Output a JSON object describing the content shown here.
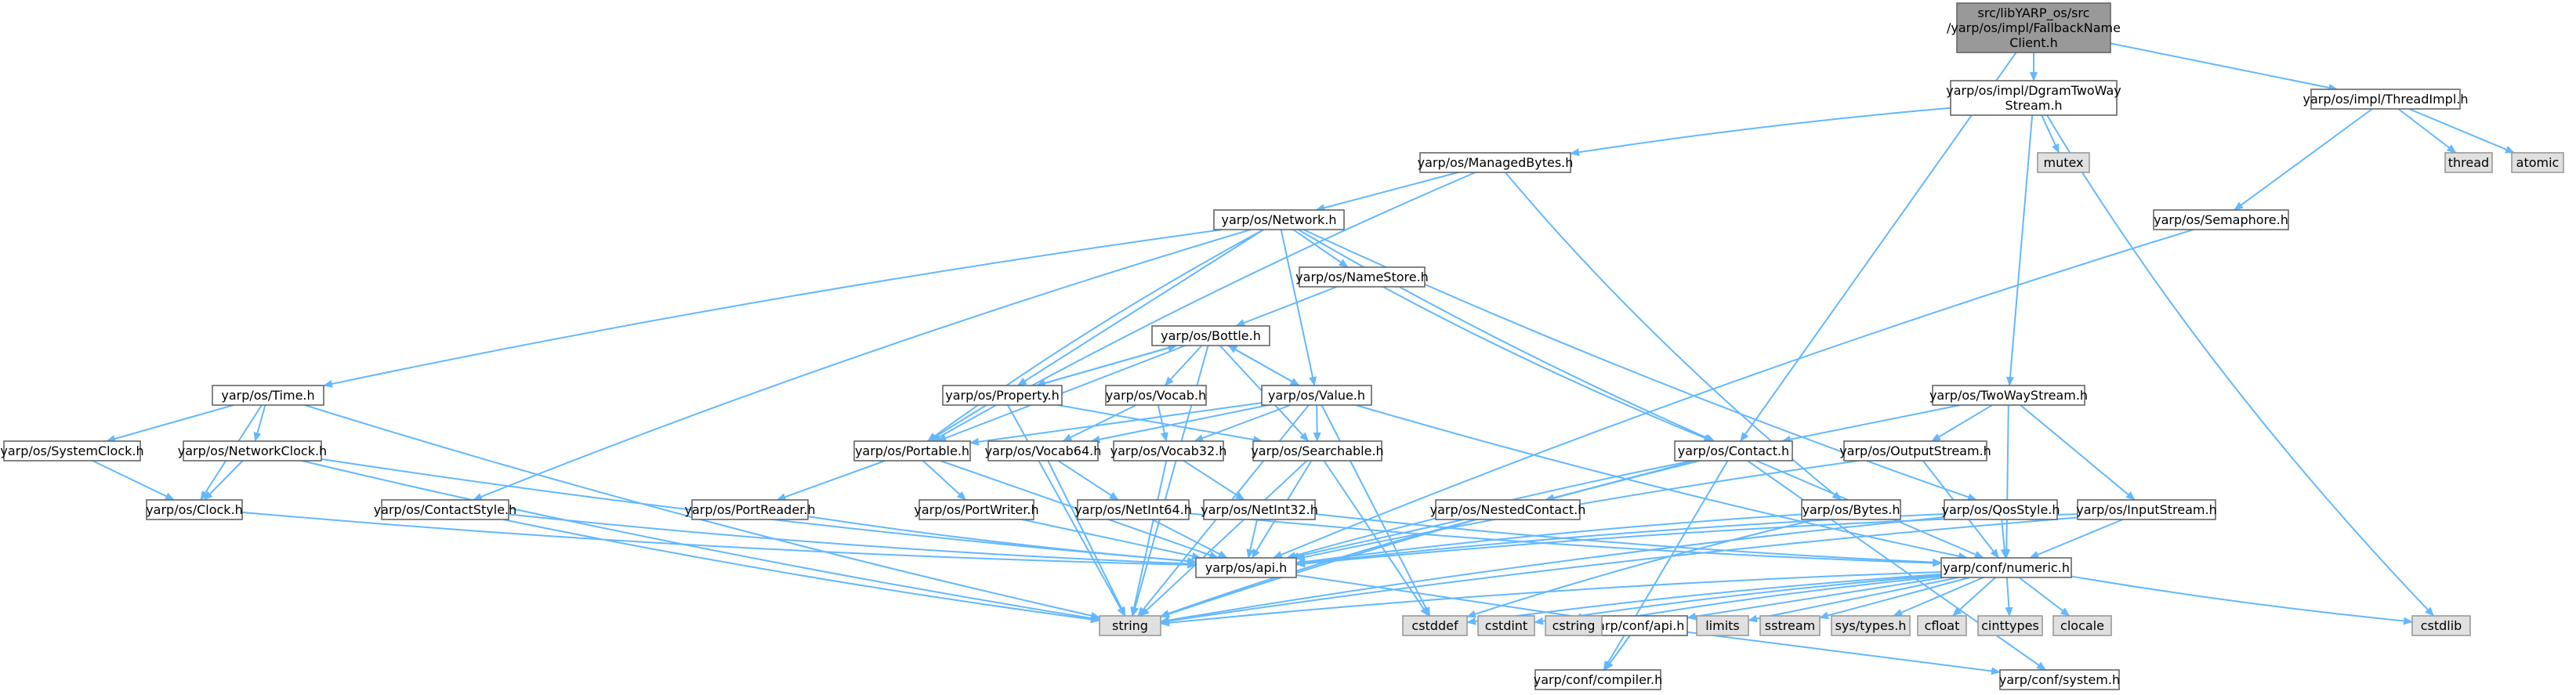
{
  "colors": {
    "edge": "#63b8ff",
    "node_border": "#666666",
    "node_fill": "#ffffff",
    "root_fill": "#999999",
    "system_fill": "#e0e0e0",
    "system_border": "#999999",
    "text": "#000000"
  },
  "nodes": [
    {
      "id": "root",
      "lines": [
        "src/libYARP_os/src",
        "/yarp/os/impl/FallbackName",
        "Client.h"
      ],
      "style": "root"
    },
    {
      "id": "dgram",
      "lines": [
        "yarp/os/impl/DgramTwoWay",
        "Stream.h"
      ]
    },
    {
      "id": "threadimpl",
      "lines": [
        "yarp/os/impl/ThreadImpl.h"
      ]
    },
    {
      "id": "thread",
      "lines": [
        "thread"
      ],
      "style": "system"
    },
    {
      "id": "atomic",
      "lines": [
        "atomic"
      ],
      "style": "system"
    },
    {
      "id": "mutex",
      "lines": [
        "mutex"
      ],
      "style": "system"
    },
    {
      "id": "managedbytes",
      "lines": [
        "yarp/os/ManagedBytes.h"
      ]
    },
    {
      "id": "semaphore",
      "lines": [
        "yarp/os/Semaphore.h"
      ]
    },
    {
      "id": "network",
      "lines": [
        "yarp/os/Network.h"
      ]
    },
    {
      "id": "namestore",
      "lines": [
        "yarp/os/NameStore.h"
      ]
    },
    {
      "id": "bottle",
      "lines": [
        "yarp/os/Bottle.h"
      ]
    },
    {
      "id": "time",
      "lines": [
        "yarp/os/Time.h"
      ]
    },
    {
      "id": "property",
      "lines": [
        "yarp/os/Property.h"
      ]
    },
    {
      "id": "vocab",
      "lines": [
        "yarp/os/Vocab.h"
      ]
    },
    {
      "id": "value",
      "lines": [
        "yarp/os/Value.h"
      ]
    },
    {
      "id": "twowaystream",
      "lines": [
        "yarp/os/TwoWayStream.h"
      ]
    },
    {
      "id": "systemclock",
      "lines": [
        "yarp/os/SystemClock.h"
      ]
    },
    {
      "id": "networkclock",
      "lines": [
        "yarp/os/NetworkClock.h"
      ]
    },
    {
      "id": "portable",
      "lines": [
        "yarp/os/Portable.h"
      ]
    },
    {
      "id": "vocab64",
      "lines": [
        "yarp/os/Vocab64.h"
      ]
    },
    {
      "id": "vocab32",
      "lines": [
        "yarp/os/Vocab32.h"
      ]
    },
    {
      "id": "searchable",
      "lines": [
        "yarp/os/Searchable.h"
      ]
    },
    {
      "id": "contact",
      "lines": [
        "yarp/os/Contact.h"
      ]
    },
    {
      "id": "outputstream",
      "lines": [
        "yarp/os/OutputStream.h"
      ]
    },
    {
      "id": "clock",
      "lines": [
        "yarp/os/Clock.h"
      ]
    },
    {
      "id": "contactstyle",
      "lines": [
        "yarp/os/ContactStyle.h"
      ]
    },
    {
      "id": "portreader",
      "lines": [
        "yarp/os/PortReader.h"
      ]
    },
    {
      "id": "portwriter",
      "lines": [
        "yarp/os/PortWriter.h"
      ]
    },
    {
      "id": "netint64",
      "lines": [
        "yarp/os/NetInt64.h"
      ]
    },
    {
      "id": "netint32",
      "lines": [
        "yarp/os/NetInt32.h"
      ]
    },
    {
      "id": "nestedcontact",
      "lines": [
        "yarp/os/NestedContact.h"
      ]
    },
    {
      "id": "bytes",
      "lines": [
        "yarp/os/Bytes.h"
      ]
    },
    {
      "id": "qosstyle",
      "lines": [
        "yarp/os/QosStyle.h"
      ]
    },
    {
      "id": "inputstream",
      "lines": [
        "yarp/os/InputStream.h"
      ]
    },
    {
      "id": "api",
      "lines": [
        "yarp/os/api.h"
      ]
    },
    {
      "id": "numeric",
      "lines": [
        "yarp/conf/numeric.h"
      ]
    },
    {
      "id": "string",
      "lines": [
        "string"
      ],
      "style": "system"
    },
    {
      "id": "confapi",
      "lines": [
        "yarp/conf/api.h"
      ]
    },
    {
      "id": "cstddef",
      "lines": [
        "cstddef"
      ],
      "style": "system"
    },
    {
      "id": "cstdint",
      "lines": [
        "cstdint"
      ],
      "style": "system"
    },
    {
      "id": "cstring",
      "lines": [
        "cstring"
      ],
      "style": "system"
    },
    {
      "id": "limits",
      "lines": [
        "limits"
      ],
      "style": "system"
    },
    {
      "id": "sstream",
      "lines": [
        "sstream"
      ],
      "style": "system"
    },
    {
      "id": "systypes",
      "lines": [
        "sys/types.h"
      ],
      "style": "system"
    },
    {
      "id": "cfloat",
      "lines": [
        "cfloat"
      ],
      "style": "system"
    },
    {
      "id": "cinttypes",
      "lines": [
        "cinttypes"
      ],
      "style": "system"
    },
    {
      "id": "clocale",
      "lines": [
        "clocale"
      ],
      "style": "system"
    },
    {
      "id": "cstdlib",
      "lines": [
        "cstdlib"
      ],
      "style": "system"
    },
    {
      "id": "compiler",
      "lines": [
        "yarp/conf/compiler.h"
      ]
    },
    {
      "id": "system",
      "lines": [
        "yarp/conf/system.h"
      ]
    }
  ],
  "edges": [
    [
      "root",
      "dgram"
    ],
    [
      "root",
      "threadimpl"
    ],
    [
      "root",
      "contact"
    ],
    [
      "dgram",
      "managedbytes"
    ],
    [
      "dgram",
      "mutex"
    ],
    [
      "dgram",
      "twowaystream"
    ],
    [
      "dgram",
      "cstdlib"
    ],
    [
      "threadimpl",
      "semaphore"
    ],
    [
      "threadimpl",
      "thread"
    ],
    [
      "threadimpl",
      "atomic"
    ],
    [
      "managedbytes",
      "network"
    ],
    [
      "managedbytes",
      "bytes"
    ],
    [
      "managedbytes",
      "portable"
    ],
    [
      "semaphore",
      "api"
    ],
    [
      "network",
      "time"
    ],
    [
      "network",
      "contactstyle"
    ],
    [
      "network",
      "namestore"
    ],
    [
      "network",
      "property"
    ],
    [
      "network",
      "value"
    ],
    [
      "network",
      "portable"
    ],
    [
      "network",
      "contact"
    ],
    [
      "network",
      "qosstyle"
    ],
    [
      "namestore",
      "bottle"
    ],
    [
      "namestore",
      "contact"
    ],
    [
      "bottle",
      "property"
    ],
    [
      "bottle",
      "vocab"
    ],
    [
      "bottle",
      "value"
    ],
    [
      "bottle",
      "portable"
    ],
    [
      "bottle",
      "searchable"
    ],
    [
      "bottle",
      "string"
    ],
    [
      "property",
      "bottle"
    ],
    [
      "property",
      "portable"
    ],
    [
      "property",
      "searchable"
    ],
    [
      "property",
      "string"
    ],
    [
      "value",
      "bottle"
    ],
    [
      "value",
      "portable"
    ],
    [
      "value",
      "searchable"
    ],
    [
      "value",
      "vocab64"
    ],
    [
      "value",
      "vocab32"
    ],
    [
      "value",
      "string"
    ],
    [
      "value",
      "cstddef"
    ],
    [
      "value",
      "numeric"
    ],
    [
      "vocab",
      "vocab64"
    ],
    [
      "vocab",
      "vocab32"
    ],
    [
      "time",
      "systemclock"
    ],
    [
      "time",
      "networkclock"
    ],
    [
      "time",
      "clock"
    ],
    [
      "time",
      "string"
    ],
    [
      "systemclock",
      "clock"
    ],
    [
      "networkclock",
      "clock"
    ],
    [
      "networkclock",
      "api"
    ],
    [
      "networkclock",
      "string"
    ],
    [
      "clock",
      "api"
    ],
    [
      "contactstyle",
      "api"
    ],
    [
      "contactstyle",
      "string"
    ],
    [
      "portable",
      "portreader"
    ],
    [
      "portable",
      "portwriter"
    ],
    [
      "portable",
      "api"
    ],
    [
      "portreader",
      "api"
    ],
    [
      "portwriter",
      "api"
    ],
    [
      "vocab64",
      "netint64"
    ],
    [
      "vocab64",
      "string"
    ],
    [
      "vocab32",
      "netint32"
    ],
    [
      "vocab32",
      "string"
    ],
    [
      "netint64",
      "api"
    ],
    [
      "netint64",
      "numeric"
    ],
    [
      "netint32",
      "api"
    ],
    [
      "netint32",
      "numeric"
    ],
    [
      "searchable",
      "api"
    ],
    [
      "searchable",
      "string"
    ],
    [
      "searchable",
      "cstddef"
    ],
    [
      "twowaystream",
      "contact"
    ],
    [
      "twowaystream",
      "outputstream"
    ],
    [
      "twowaystream",
      "inputstream"
    ],
    [
      "twowaystream",
      "numeric"
    ],
    [
      "contact",
      "nestedcontact"
    ],
    [
      "contact",
      "api"
    ],
    [
      "contact",
      "string"
    ],
    [
      "contact",
      "compiler"
    ],
    [
      "contact",
      "system"
    ],
    [
      "contact",
      "numeric"
    ],
    [
      "nestedcontact",
      "api"
    ],
    [
      "nestedcontact",
      "string"
    ],
    [
      "outputstream",
      "api"
    ],
    [
      "outputstream",
      "numeric"
    ],
    [
      "inputstream",
      "api"
    ],
    [
      "inputstream",
      "numeric"
    ],
    [
      "inputstream",
      "string"
    ],
    [
      "bytes",
      "api"
    ],
    [
      "bytes",
      "cstddef"
    ],
    [
      "qosstyle",
      "api"
    ],
    [
      "qosstyle",
      "string"
    ],
    [
      "qosstyle",
      "numeric"
    ],
    [
      "api",
      "confapi"
    ],
    [
      "confapi",
      "compiler"
    ],
    [
      "confapi",
      "system"
    ],
    [
      "numeric",
      "confapi"
    ],
    [
      "numeric",
      "string"
    ],
    [
      "numeric",
      "cstddef"
    ],
    [
      "numeric",
      "cstdint"
    ],
    [
      "numeric",
      "cstring"
    ],
    [
      "numeric",
      "limits"
    ],
    [
      "numeric",
      "sstream"
    ],
    [
      "numeric",
      "systypes"
    ],
    [
      "numeric",
      "cfloat"
    ],
    [
      "numeric",
      "cinttypes"
    ],
    [
      "numeric",
      "clocale"
    ],
    [
      "numeric",
      "cstdlib"
    ]
  ]
}
